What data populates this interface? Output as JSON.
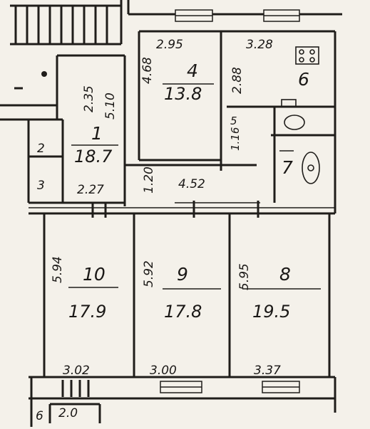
{
  "rooms": [
    {
      "id": "4",
      "number": "4",
      "area": "13.8",
      "dims": [
        "2.95",
        "4.68"
      ]
    },
    {
      "id": "5",
      "number": "5",
      "area": "",
      "dims": [
        "1.16"
      ]
    },
    {
      "id": "6",
      "number": "6",
      "area": "",
      "dims": [
        "3.28",
        "2.88"
      ]
    },
    {
      "id": "7",
      "number": "7",
      "area": "",
      "dims": []
    },
    {
      "id": "1",
      "number": "1",
      "area": "18.7",
      "dims": [
        "2.35",
        "5.10"
      ]
    },
    {
      "id": "2",
      "number": "2",
      "area": "",
      "dims": []
    },
    {
      "id": "3",
      "number": "3",
      "area": "2.27",
      "dims": []
    },
    {
      "id": "corridor",
      "number": "",
      "area": "",
      "dims": [
        "1.20",
        "4.52"
      ]
    },
    {
      "id": "10",
      "number": "10",
      "area": "17.9",
      "dims": [
        "5.94",
        "3.02"
      ]
    },
    {
      "id": "9",
      "number": "9",
      "area": "17.8",
      "dims": [
        "5.92",
        "3.00"
      ]
    },
    {
      "id": "8",
      "number": "8",
      "area": "19.5",
      "dims": [
        "5.95",
        "3.37"
      ]
    },
    {
      "id": "stair",
      "number": "6",
      "area": "",
      "dims": [
        "2.0"
      ]
    }
  ]
}
